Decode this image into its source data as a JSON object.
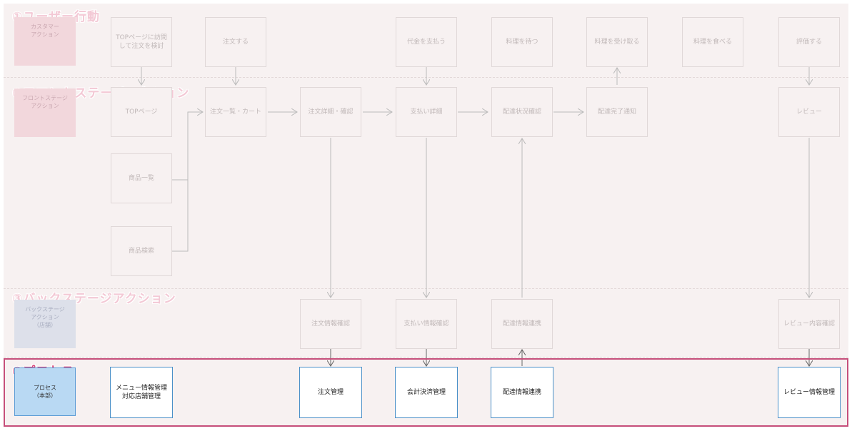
{
  "lanes": {
    "user": {
      "title": "①ユーザー行動",
      "label": "カスタマー\nアクション"
    },
    "front": {
      "title": "②フロントステージアクション",
      "label": "フロントステージ\nアクション"
    },
    "back": {
      "title": "③バックステージアクション",
      "label": "バックステージ\nアクション\n（店舗）"
    },
    "process": {
      "title": "④プロセス",
      "label": "プロセス\n（本部）"
    }
  },
  "user_actions": [
    "TOPページに訪問\nして注文を検討",
    "注文する",
    "代金を支払う",
    "料理を待つ",
    "料理を受け取る",
    "料理を食べる",
    "評価する"
  ],
  "front_actions": {
    "top": "TOPページ",
    "cart": "注文一覧・カート",
    "detail": "注文詳細・確認",
    "payment": "支払い詳細",
    "delivery_status": "配達状況確認",
    "delivery_done": "配達完了通知",
    "review": "レビュー",
    "product_list": "商品一覧",
    "product_search": "商品検索"
  },
  "back_actions": {
    "order_confirm": "注文情報確認",
    "payment_confirm": "支払い情報確認",
    "delivery_link": "配達情報連携",
    "review_confirm": "レビュー内容確認"
  },
  "processes": {
    "menu": "メニュー情報管理\n対応店舗管理",
    "order": "注文管理",
    "settlement": "会計決済管理",
    "delivery": "配達情報連携",
    "review": "レビュー情報管理"
  }
}
